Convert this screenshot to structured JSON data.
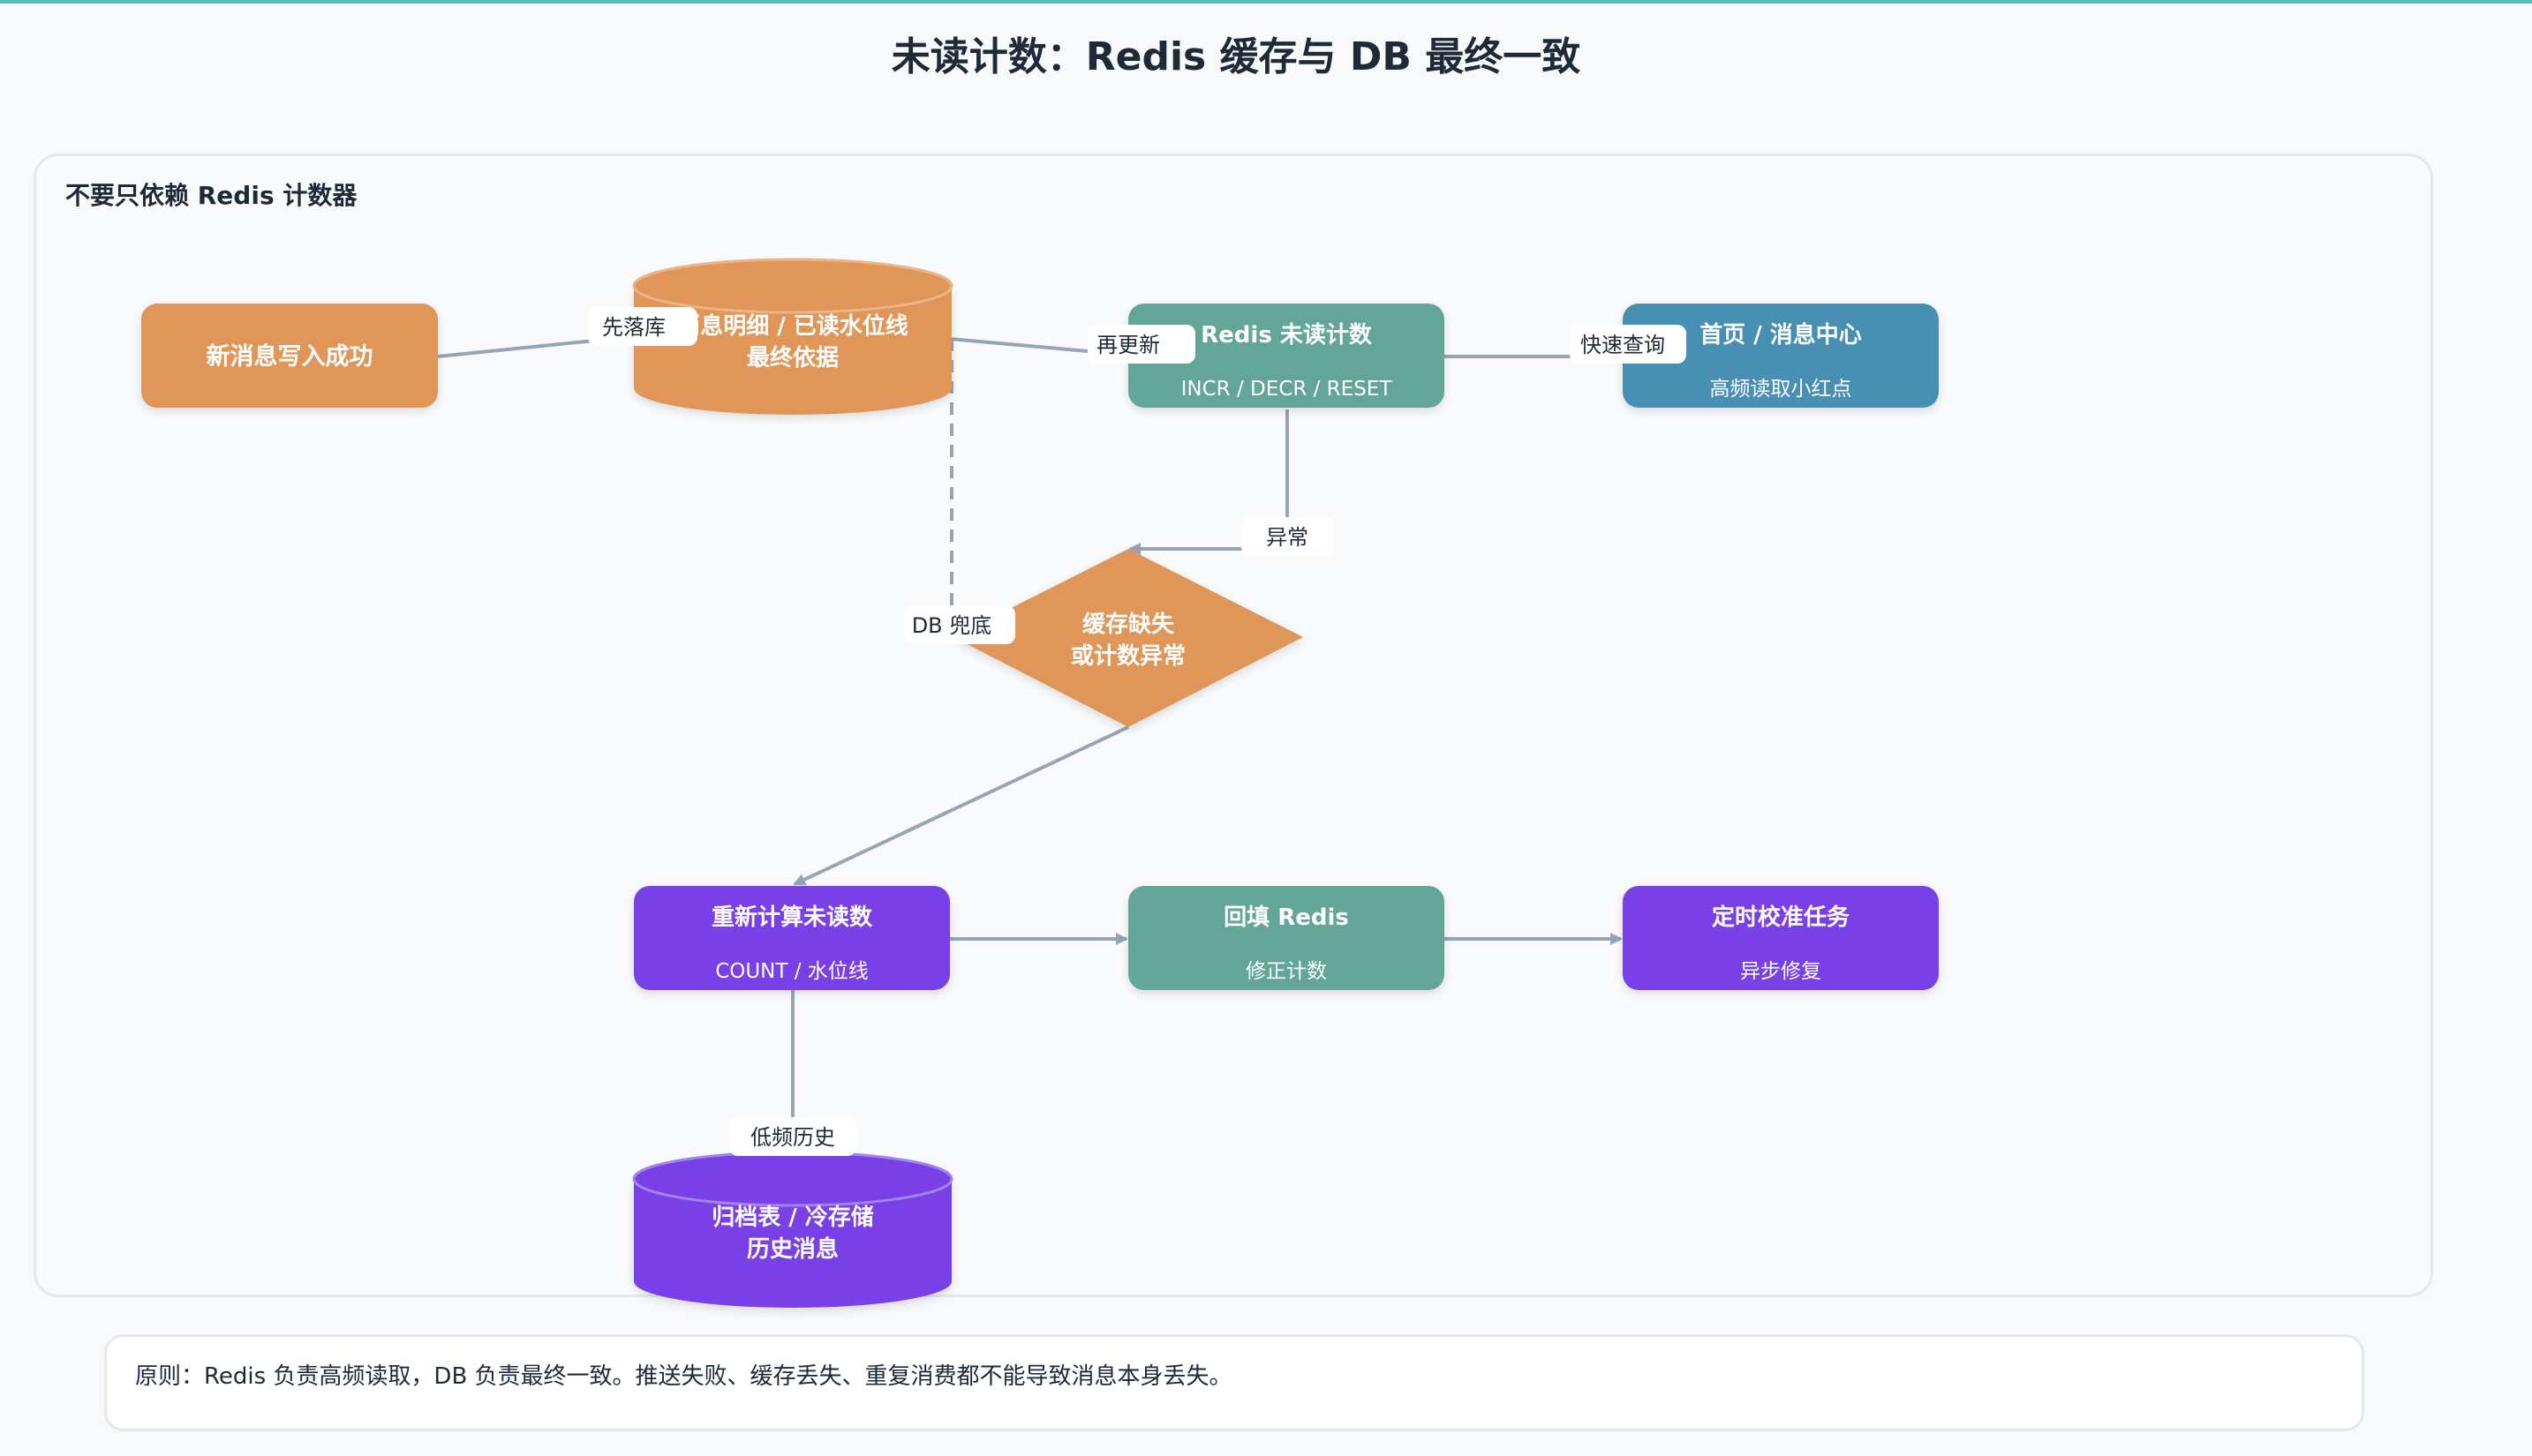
{
  "title": "未读计数：Redis 缓存与 DB 最终一致",
  "panel_label": "不要只依赖 Redis 计数器",
  "colors": {
    "orange": "#df9658",
    "teal": "#64a698",
    "blue": "#4690b3",
    "purple": "#7840e6",
    "edge": "#98a3b3",
    "top_rule": "#5fb8b8"
  },
  "nodes": {
    "new_message": {
      "title": "新消息写入成功"
    },
    "message_db": {
      "line1": "消息明细 / 已读水位线",
      "line2": "最终依据"
    },
    "redis_counter": {
      "title": "Redis 未读计数",
      "subtitle": "INCR / DECR / RESET"
    },
    "home_center": {
      "title": "首页 / 消息中心",
      "subtitle": "高频读取小红点"
    },
    "cache_miss": {
      "line1": "缓存缺失",
      "line2": "或计数异常"
    },
    "recount": {
      "title": "重新计算未读数",
      "subtitle": "COUNT / 水位线"
    },
    "backfill": {
      "title": "回填 Redis",
      "subtitle": "修正计数"
    },
    "calibration": {
      "title": "定时校准任务",
      "subtitle": "异步修复"
    },
    "archive": {
      "line1": "归档表 / 冷存储",
      "line2": "历史消息"
    }
  },
  "edge_labels": {
    "persist_first": "先落库",
    "then_update": "再更新",
    "fast_query": "快速查询",
    "exception": "异常",
    "db_fallback": "DB 兜底",
    "low_freq_history": "低频历史"
  },
  "footer_note": "原则：Redis 负责高频读取，DB 负责最终一致。推送失败、缓存丢失、重复消费都不能导致消息本身丢失。"
}
